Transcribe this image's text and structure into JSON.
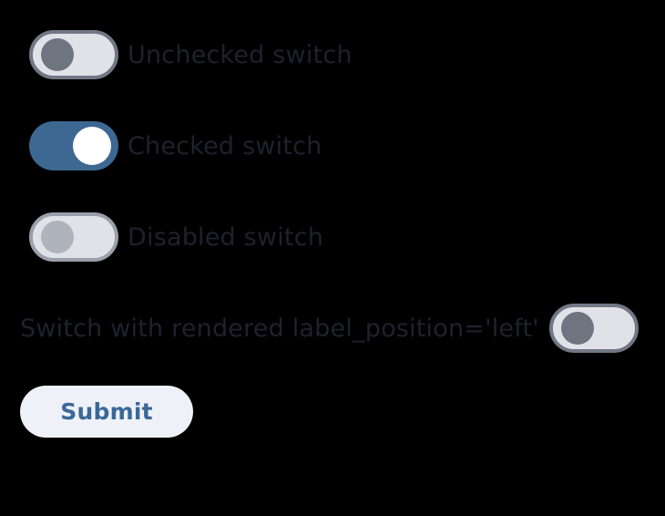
{
  "colors": {
    "background": "#000000",
    "label_text": "#1d222d",
    "switch_track_off": "#e0e2e7",
    "switch_border_off": "#717784",
    "switch_thumb_off": "#6e7480",
    "switch_border_disabled": "#9aa0ab",
    "switch_thumb_disabled": "#aeb3bc",
    "switch_track_on": "#3d6892",
    "switch_thumb_on": "#ffffff",
    "submit_background": "#eff1f8",
    "submit_text": "#3a6898"
  },
  "switches": [
    {
      "name": "unchecked-switch",
      "label": "Unchecked switch",
      "state": "off",
      "label_position": "right",
      "disabled": false
    },
    {
      "name": "checked-switch",
      "label": "Checked switch",
      "state": "on",
      "label_position": "right",
      "disabled": false
    },
    {
      "name": "disabled-switch",
      "label": "Disabled switch",
      "state": "off",
      "label_position": "right",
      "disabled": true
    },
    {
      "name": "left-label-switch",
      "label": "Switch with rendered label_position='left'",
      "state": "off",
      "label_position": "left",
      "disabled": false
    }
  ],
  "form": {
    "submit_label": "Submit"
  }
}
